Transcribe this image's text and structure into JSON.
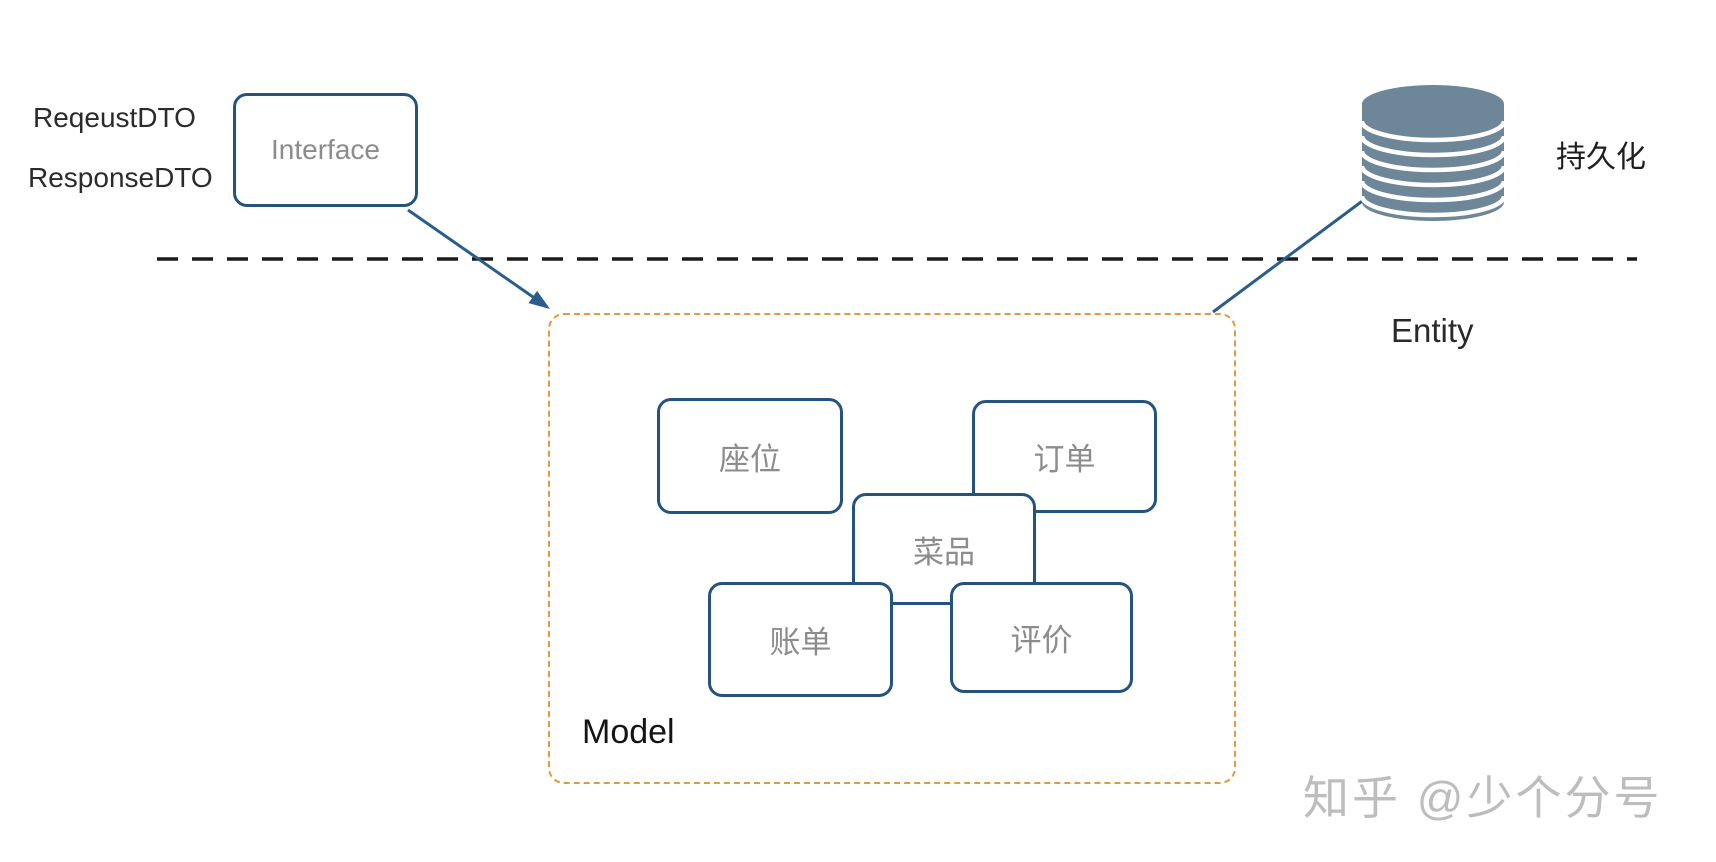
{
  "diagram": {
    "dto_labels": {
      "request": "ReqeustDTO",
      "response": "ResponseDTO"
    },
    "interface_node": {
      "label": "Interface"
    },
    "persistence_label": "持久化",
    "entity_label": "Entity",
    "model_label": "Model",
    "model_nodes": {
      "seat": "座位",
      "order": "订单",
      "dish": "菜品",
      "bill": "账单",
      "review": "评价"
    },
    "watermark": "知乎 @少个分号",
    "icons": {
      "database": "database-cylinder-icon"
    },
    "colors": {
      "node_border": "#24547e",
      "node_label_gray": "#8c8c8c",
      "arrow_blue": "#2b5d8c",
      "model_container_orange": "#e29a3d",
      "divider_black": "#1a1a1a",
      "database_fill": "#6d8698",
      "watermark_gray": "#bdbdbd"
    }
  }
}
